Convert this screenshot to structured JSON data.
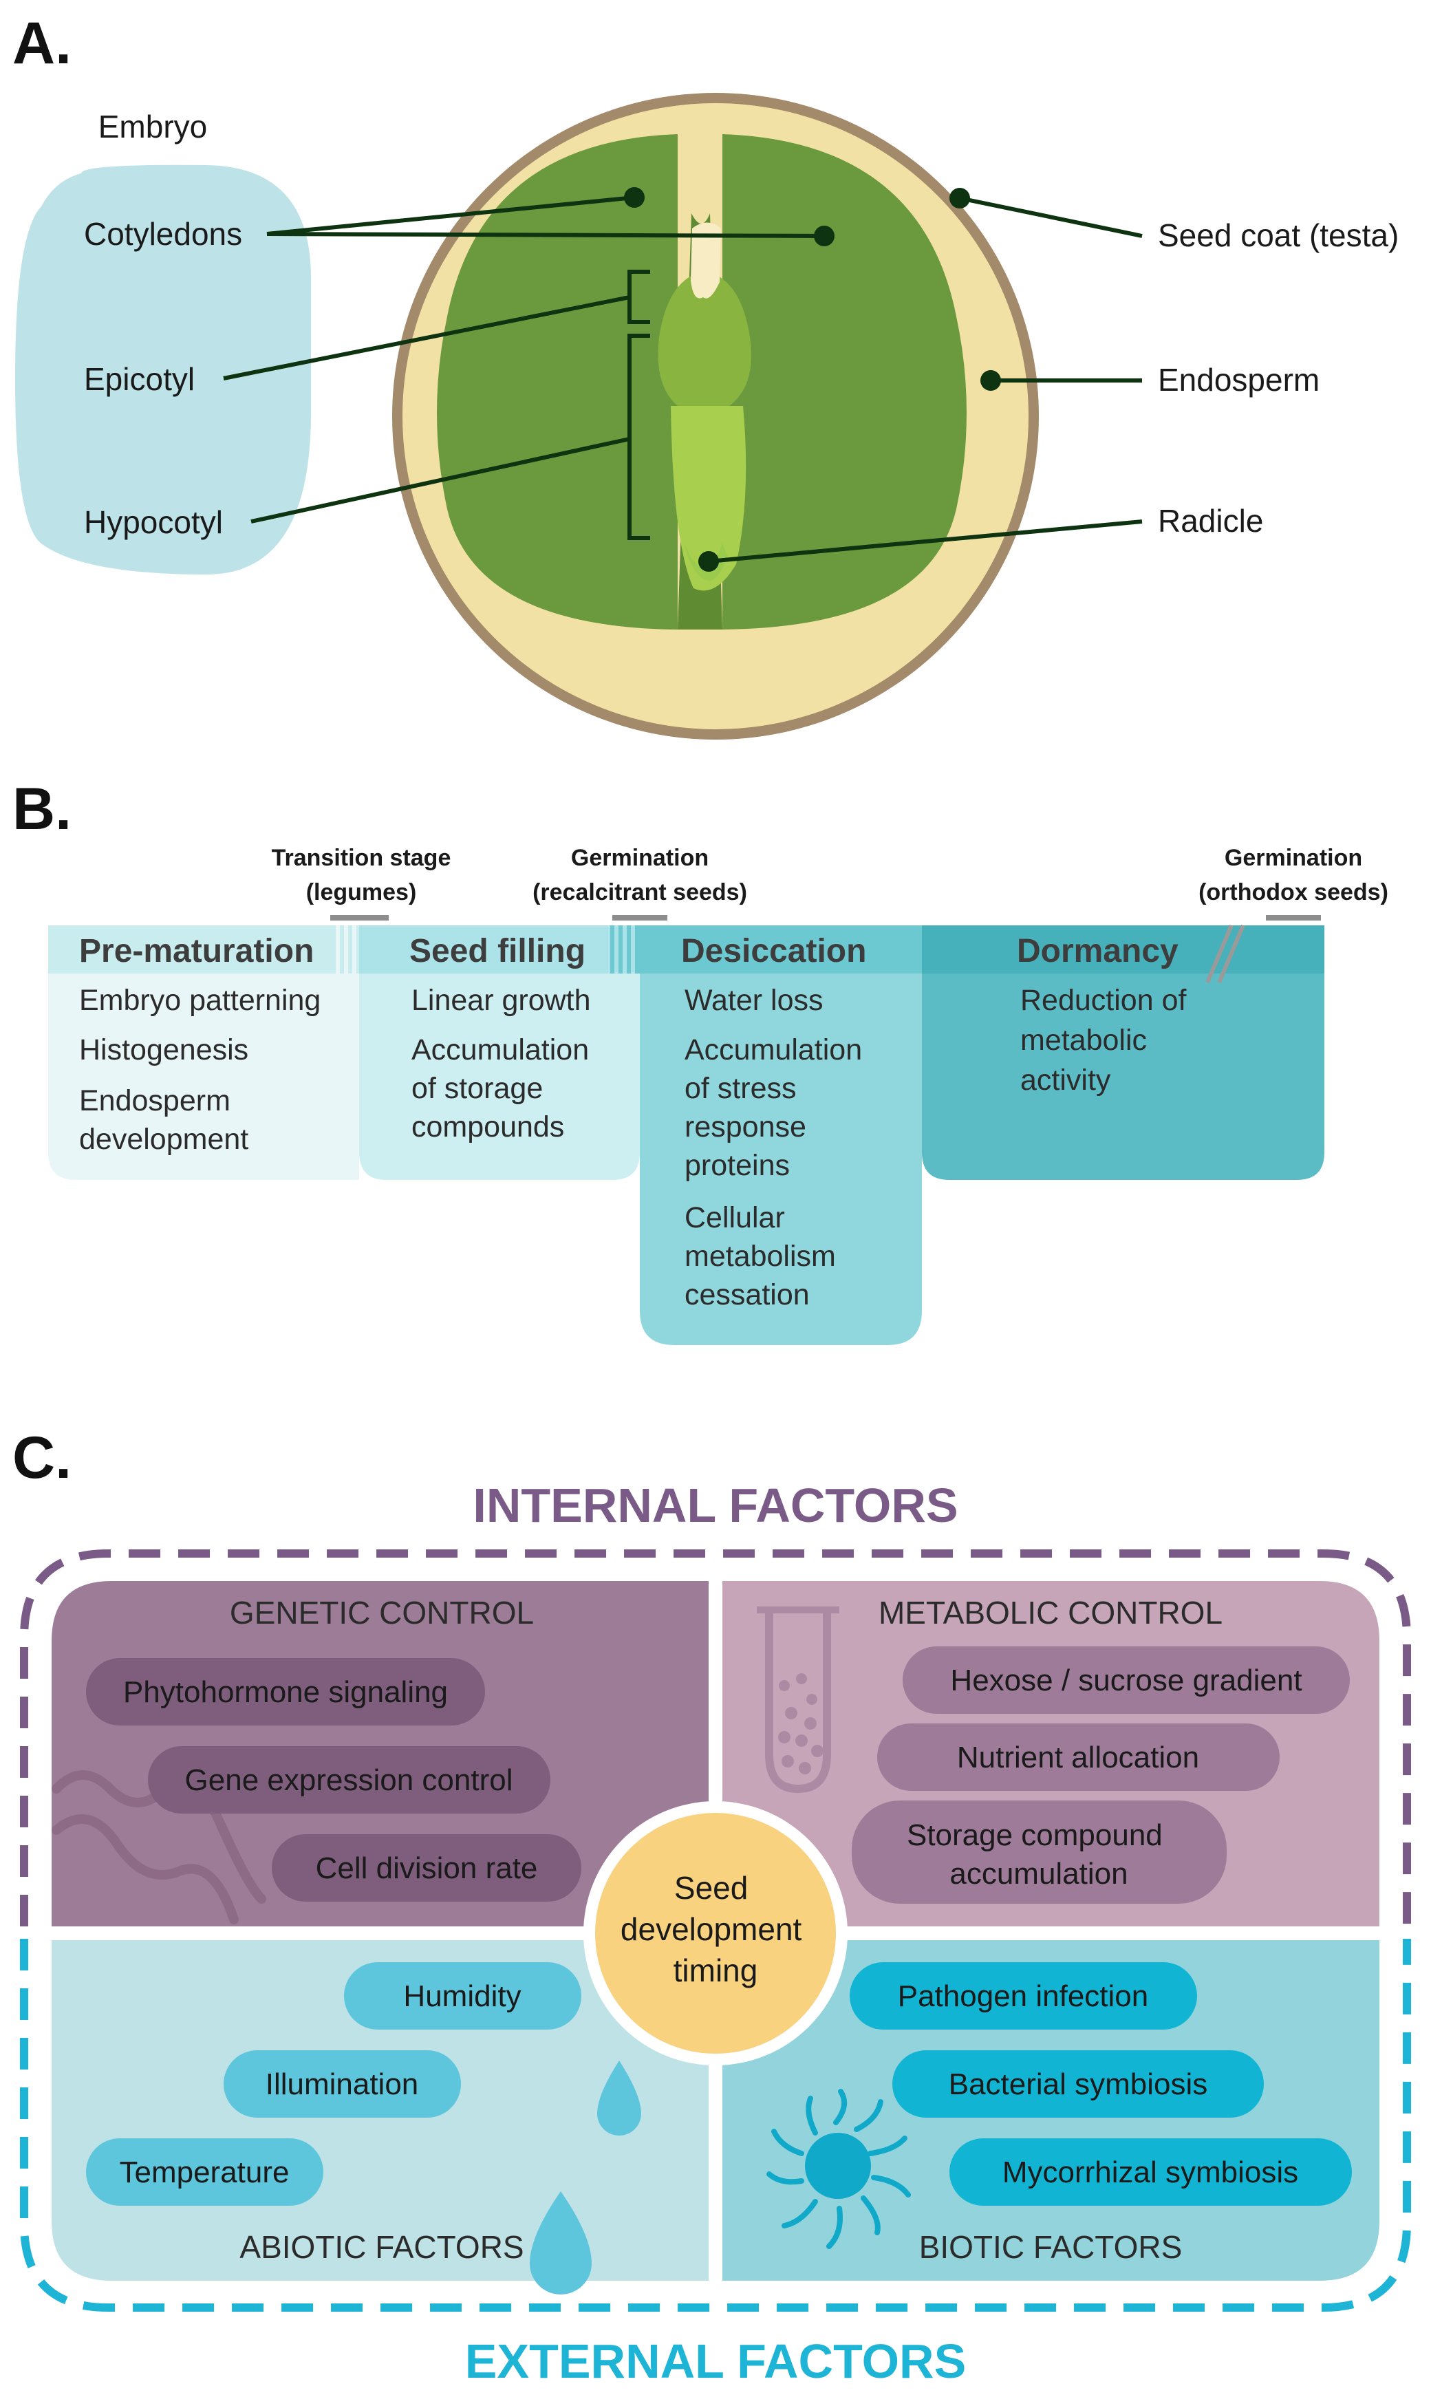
{
  "panel_a": {
    "letter": "A.",
    "embryo_title": "Embryo",
    "labels": {
      "cotyledons": "Cotyledons",
      "epicotyl": "Epicotyl",
      "hypocotyl": "Hypocotyl",
      "seed_coat": "Seed coat (testa)",
      "endosperm": "Endosperm",
      "radicle": "Radicle"
    }
  },
  "panel_b": {
    "letter": "B.",
    "annotations": {
      "transition_line1": "Transition stage",
      "transition_line2": "(legumes)",
      "germ_recalcitrant_line1": "Germination",
      "germ_recalcitrant_line2": "(recalcitrant seeds)",
      "germ_orthodox_line1": "Germination",
      "germ_orthodox_line2": "(orthodox seeds)"
    },
    "stages": [
      {
        "title": "Pre-maturation",
        "items": [
          "Embryo patterning",
          "Histogenesis",
          "Endosperm development"
        ]
      },
      {
        "title": "Seed filling",
        "items": [
          "Linear growth",
          "Accumulation of storage compounds"
        ]
      },
      {
        "title": "Desiccation",
        "items": [
          "Water loss",
          "Accumulation of stress response proteins",
          "Cellular metabolism cessation"
        ]
      },
      {
        "title": "Dormancy",
        "items": [
          "Reduction of metabolic activity"
        ]
      }
    ]
  },
  "panel_c": {
    "letter": "C.",
    "internal_title": "INTERNAL FACTORS",
    "external_title": "EXTERNAL FACTORS",
    "center": "Seed development timing",
    "genetic": {
      "title": "GENETIC CONTROL",
      "items": [
        "Phytohormone signaling",
        "Gene expression control",
        "Cell division rate"
      ]
    },
    "metabolic": {
      "title": "METABOLIC CONTROL",
      "items": [
        "Hexose / sucrose gradient",
        "Nutrient allocation",
        "Storage compound accumulation"
      ]
    },
    "abiotic": {
      "title": "ABIOTIC FACTORS",
      "items": [
        "Humidity",
        "Illumination",
        "Temperature"
      ]
    },
    "biotic": {
      "title": "BIOTIC FACTORS",
      "items": [
        "Pathogen infection",
        "Bacterial symbiosis",
        "Mycorrhizal symbiosis"
      ]
    }
  },
  "colors": {
    "embryo_box": "#bde3e8",
    "seed_coat_outer": "#a38a6a",
    "endosperm": "#f2e1a5",
    "cotyledon": "#6b9a3e",
    "epicotyl": "#8ab440",
    "hypocotyl": "#a8cf4e",
    "leader_line": "#0e3310",
    "premat": "#e9f6f8",
    "filling": "#cdeff2",
    "desiccation": "#8fd6dd",
    "dormancy": "#5cbcc6",
    "internal": "#7a5a86",
    "external": "#1eb4d6",
    "genetic_bg": "#9d7c97",
    "metabolic_bg": "#c6a5b9",
    "abiotic_bg": "#bfe2e6",
    "biotic_bg": "#92d3dc",
    "center": "#f8d27f"
  }
}
